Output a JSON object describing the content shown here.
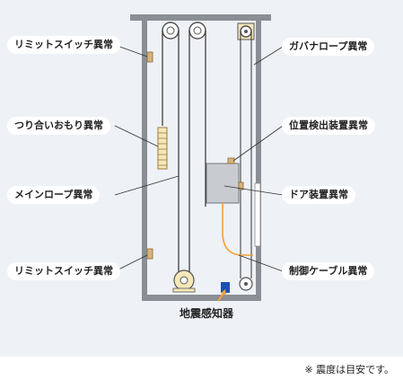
{
  "labels": {
    "limit_switch_top": "リミットスイッチ異常",
    "counterweight": "つり合いおもり異常",
    "main_rope": "メインロープ異常",
    "limit_switch_bottom": "リミットスイッチ異常",
    "governor_rope": "ガバナロープ異常",
    "position_detector": "位置検出装置異常",
    "door_device": "ドア装置異常",
    "control_cable": "制御ケーブル異常",
    "seismic_sensor": "地震感知器"
  },
  "footnote": "※ 震度は目安です。",
  "colors": {
    "background": "#eef1f5",
    "shaft_wall": "#8a8f95",
    "control_cable": "#f5a03c",
    "seismic_sensor": "#1f4fb5",
    "limit_switch": "#d9b37a"
  }
}
